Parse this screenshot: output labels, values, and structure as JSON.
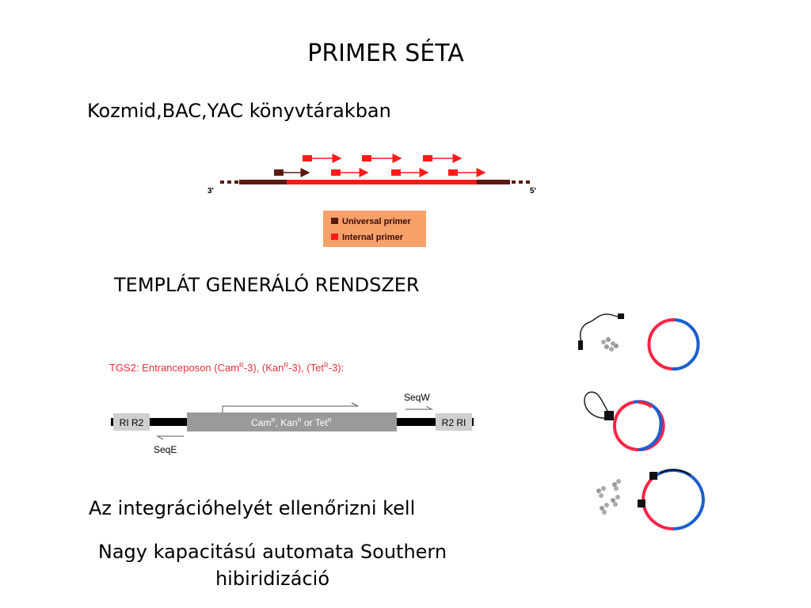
{
  "title": "PRIMER SÉTA",
  "subtitle": "Kozmid,BAC,YAC könyvtárakban",
  "primer_walk": {
    "end_left": "3'",
    "end_right": "5'",
    "legend": {
      "universal": "Universal primer",
      "internal": "Internal primer"
    },
    "colors": {
      "universal": "#5a1a10",
      "internal": "#ff1a1a",
      "legend_bg": "#f6a06a"
    }
  },
  "section2_title": "TEMPLÁT GENERÁLÓ RENDSZER",
  "tgs2": {
    "heading_parts": [
      "TGS2: Entranceposon (Cam",
      "R",
      "-3), (Kan",
      "R",
      "-3), (Tet",
      "R",
      "-3):"
    ],
    "left_box": "RI R2",
    "right_box": "R2 RI",
    "center_parts": [
      "Cam",
      "R",
      ", Kan",
      "R",
      " or Tet",
      "R"
    ],
    "seqW": "SeqW",
    "seqE": "SeqE",
    "heading_color": "#e8303a"
  },
  "plasmid_colors": {
    "red": "#ff2244",
    "blue": "#1a5fd0"
  },
  "line1": "Az integrációhelyét ellenőrizni kell",
  "line2": "Nagy kapacitású automata Southern hibiridizáció"
}
